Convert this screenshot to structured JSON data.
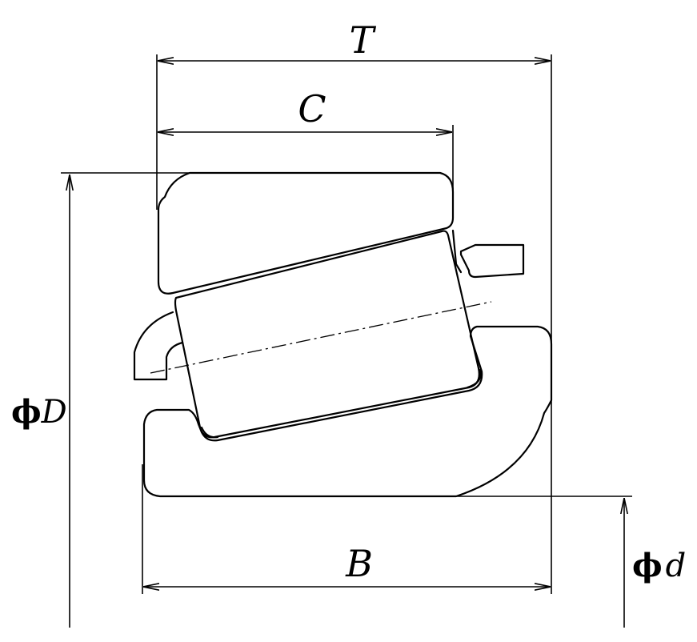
{
  "labels": {
    "T": "T",
    "C": "C",
    "B": "B",
    "phiD_symbol": "ϕ",
    "phiD_letter": "D",
    "phid_symbol": "ϕ",
    "phid_letter": "d"
  }
}
